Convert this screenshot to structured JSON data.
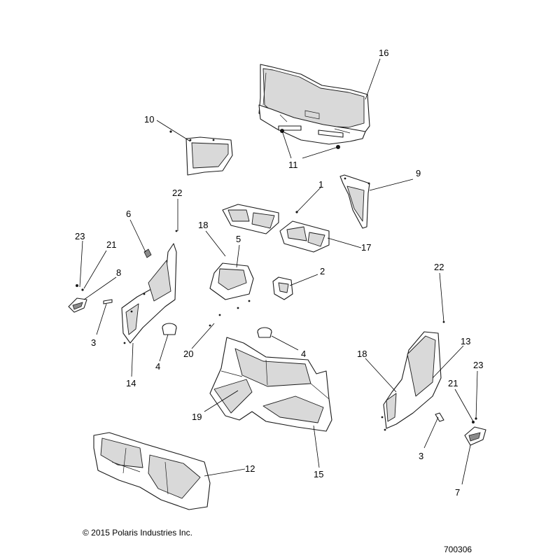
{
  "callouts": {
    "c1": "1",
    "c2": "2",
    "c3a": "3",
    "c3b": "3",
    "c4a": "4",
    "c4b": "4",
    "c5": "5",
    "c6": "6",
    "c7": "7",
    "c8": "8",
    "c9": "9",
    "c10": "10",
    "c11": "11",
    "c12": "12",
    "c13": "13",
    "c14": "14",
    "c15": "15",
    "c16": "16",
    "c17": "17",
    "c18a": "18",
    "c18b": "18",
    "c19": "19",
    "c20": "20",
    "c21a": "21",
    "c21b": "21",
    "c22a": "22",
    "c22b": "22",
    "c23a": "23",
    "c23b": "23"
  },
  "footer": {
    "copyright": "© 2015 Polaris Industries Inc.",
    "diagram_number": "700306"
  }
}
